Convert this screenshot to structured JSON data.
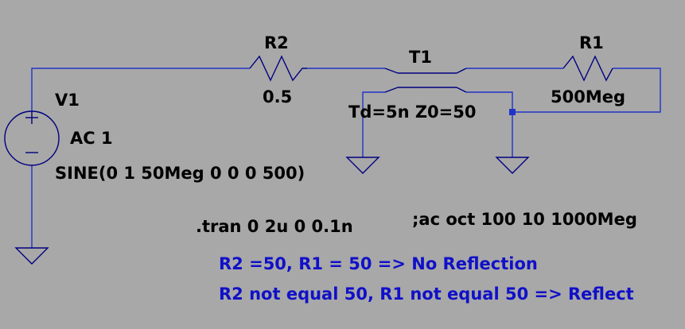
{
  "components": {
    "source": {
      "ref": "V1",
      "ac": "AC 1",
      "func": "SINE(0 1 50Meg 0 0 0 500)"
    },
    "r2": {
      "ref": "R2",
      "value": "0.5"
    },
    "t1": {
      "ref": "T1",
      "params": "Td=5n Z0=50"
    },
    "r1": {
      "ref": "R1",
      "value": "500Meg"
    }
  },
  "directives": {
    "tran": ".tran 0 2u 0 0.1n",
    "ac": ";ac oct 100 10 1000Meg"
  },
  "notes": [
    "R2 =50, R1 = 50 => No Reflection",
    "R2 not equal 50, R1 not equal 50 => Reflect"
  ],
  "colors": {
    "background": "#a8a8a8",
    "wire": "#2033c8",
    "component": "#000080",
    "label": "#000000",
    "note": "#1010c8"
  }
}
